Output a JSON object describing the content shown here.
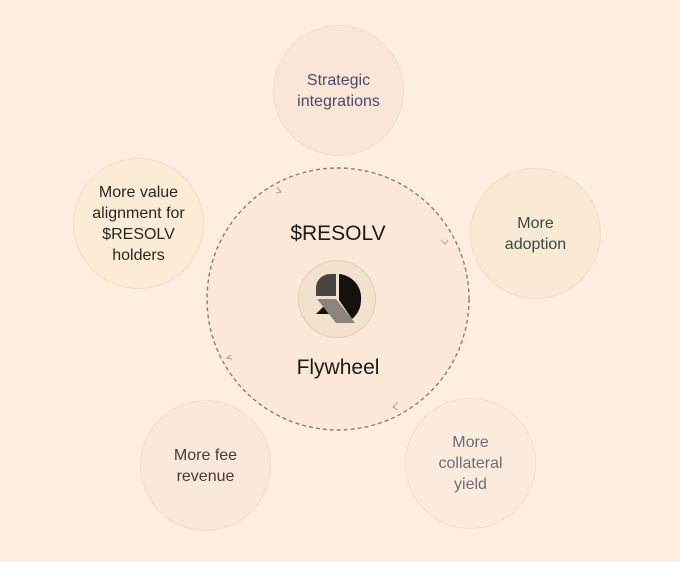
{
  "center": {
    "title": "$RESOLV",
    "subtitle": "Flywheel",
    "logo_icon": "resolv-logo-icon"
  },
  "nodes": {
    "strategic": "Strategic\nintegrations",
    "adoption": "More\nadoption",
    "collateral": "More\ncollateral\nyield",
    "fee": "More fee\nrevenue",
    "value": "More value\nalignment for\n$RESOLV\nholders"
  },
  "colors": {
    "background": "#fdeee0",
    "ring": "#8f7f72",
    "logo_dark": "#141110",
    "logo_mid": "#4a4440",
    "logo_light": "#8c847b"
  }
}
